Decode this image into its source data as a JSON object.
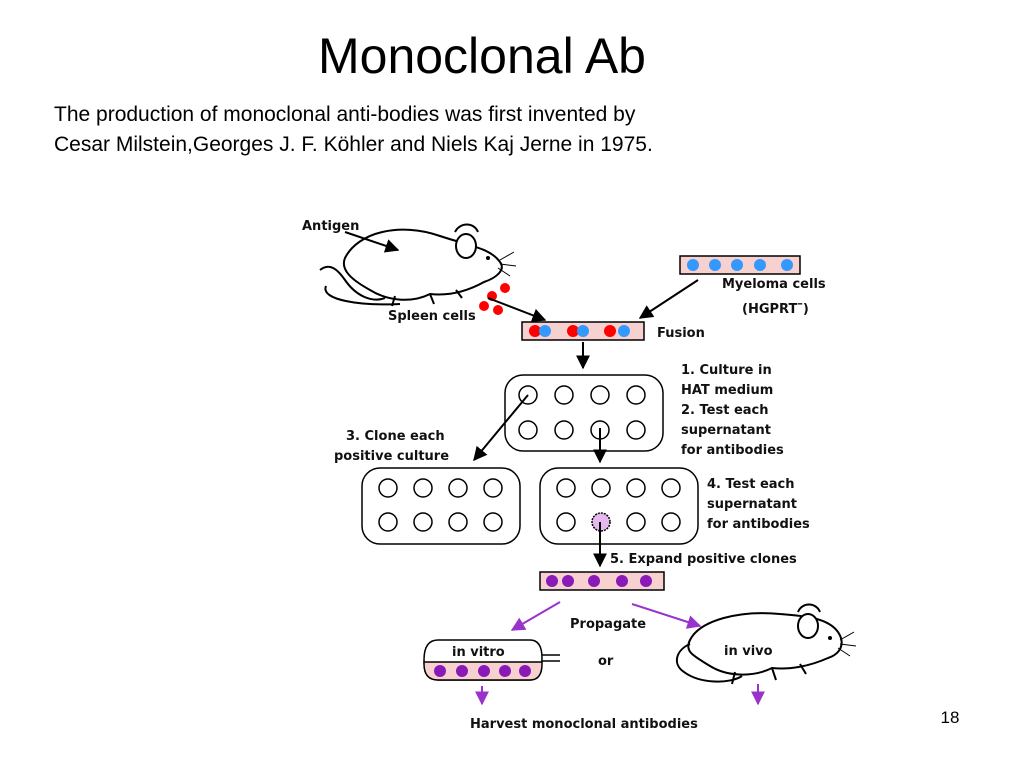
{
  "slide": {
    "title": "Monoclonal Ab",
    "intro_lines": [
      "The production of monoclonal anti-bodies was first invented by",
      "Cesar Milstein,Georges J. F. Köhler and Niels Kaj Jerne in 1975."
    ],
    "page_number": "18"
  },
  "diagram": {
    "antigen": "Antigen",
    "spleen_cells": "Spleen cells",
    "myeloma_cells": "Myeloma cells",
    "hgprt": "(HGPRT",
    "hgprt_suffix": ")",
    "fusion": "Fusion",
    "step1": [
      "1. Culture in",
      "HAT medium"
    ],
    "step2": [
      "2. Test each",
      "supernatant",
      "for antibodies"
    ],
    "step3": [
      "3. Clone each",
      "positive culture"
    ],
    "step4": [
      "4. Test each",
      "supernatant",
      "for antibodies"
    ],
    "step5": "5. Expand positive clones",
    "propagate": "Propagate",
    "in_vitro": "in vitro",
    "or": "or",
    "in_vivo": "in vivo",
    "harvest": "Harvest monoclonal antibodies"
  },
  "colors": {
    "antigen_red": "#ff0000",
    "myeloma_blue": "#3399ff",
    "clone_purple": "#8a1ab8",
    "tube_pink": "#f7d0d0",
    "arrow_purple": "#9933cc"
  }
}
